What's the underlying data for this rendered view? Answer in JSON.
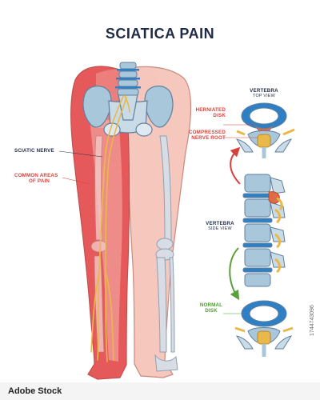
{
  "title": "SCIATICA PAIN",
  "labels": {
    "sciatic_nerve": "SCIATIC NERVE",
    "pain_line1": "COMMON AREAS",
    "pain_line2": "OF PAIN",
    "vert_top_title": "VERTEBRA",
    "vert_top_sub": "TOP VIEW",
    "herniated_line1": "HERNIATED",
    "herniated_line2": "DISK",
    "compressed_line1": "COMPRESSED",
    "compressed_line2": "NERVE ROOT",
    "vert_side_title": "VERTEBRA",
    "vert_side_sub": "SIDE VIEW",
    "normal_line1": "NORMAL",
    "normal_line2": "DISK"
  },
  "stock_id": "1744743096",
  "brand": "Adobe Stock",
  "colors": {
    "title": "#1f2a44",
    "pain": "#e6595a",
    "skin": "#f6c7bd",
    "bone": "#a9c7da",
    "nerve": "#e8b84a",
    "disk": "#2f7fc4",
    "herniation": "#e06b47",
    "arrow_red": "#d6423a",
    "arrow_green": "#5aa03a"
  }
}
